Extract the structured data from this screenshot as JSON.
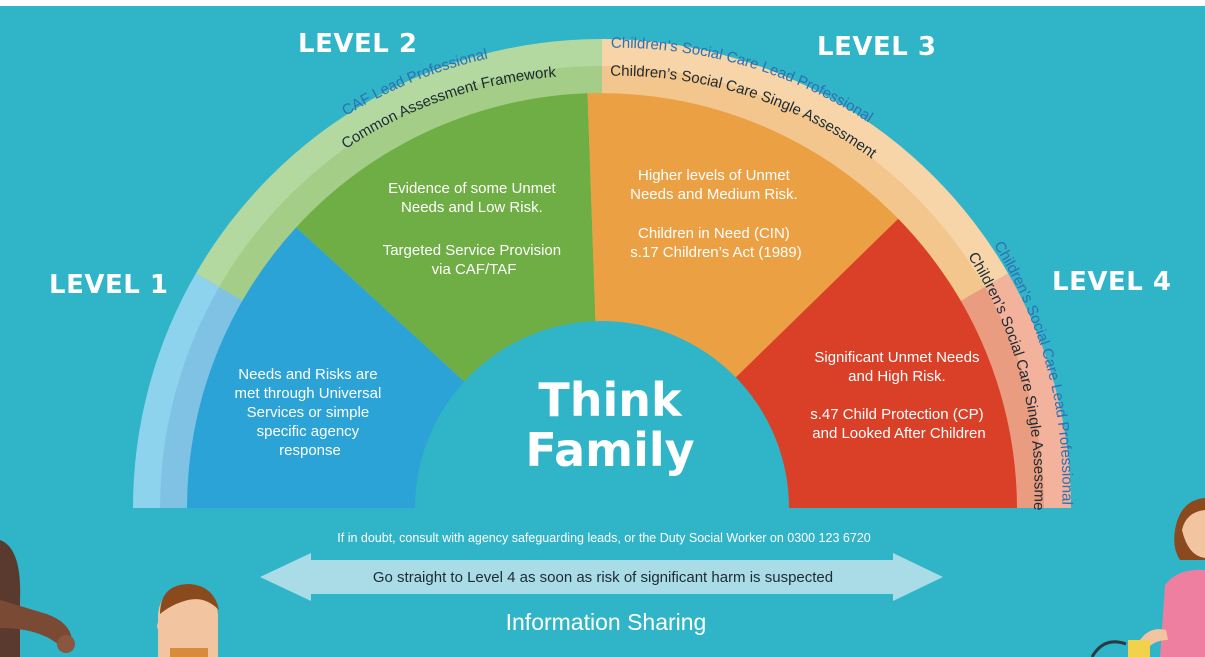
{
  "levels": {
    "l1": "LEVEL 1",
    "l2": "LEVEL 2",
    "l3": "LEVEL 3",
    "l4": "LEVEL 4"
  },
  "arc_labels": {
    "l2_outer": "CAF Lead Professional",
    "l2_inner": "Common Assessment Framework",
    "l3_outer": "Children’s Social Care Lead Professional",
    "l3_inner": "Children’s Social Care Single Assessment",
    "l4_outer": "Children’s Social Care Lead Professional",
    "l4_inner": "Children’s Social Care Single Assessment"
  },
  "segments": {
    "l1": [
      "Needs and Risks are",
      "met through Universal",
      "Services or simple",
      "specific agency",
      "response"
    ],
    "l2": [
      "Evidence of some Unmet",
      "Needs and Low Risk.",
      "",
      "Targeted Service Provision",
      "via CAF/TAF"
    ],
    "l3": [
      "Higher levels of Unmet",
      "Needs and Medium Risk.",
      "",
      "Children in Need (CIN)",
      "s.17 Children’s Act (1989)"
    ],
    "l4": [
      "Significant Unmet Needs",
      "and High Risk.",
      "",
      "s.47 Child Protection (CP)",
      "and Looked After Children"
    ]
  },
  "center": {
    "line1": "Think",
    "line2": "Family"
  },
  "doubt_note": "If in doubt, consult with agency safeguarding leads, or the Duty Social Worker on 0300 123 6720",
  "arrow_text": "Go straight to Level 4 as soon as risk of significant harm is suspected",
  "footer_title": "Information Sharing",
  "colors": {
    "background": "#30b4c8",
    "level1": "#2ba3d6",
    "level2": "#6fad45",
    "level3": "#eba044",
    "level4": "#d94027",
    "ring1": "#7fc0e2",
    "ring2": "#a8ce8b",
    "ring3": "#f3c992",
    "ring4": "#eda389"
  }
}
